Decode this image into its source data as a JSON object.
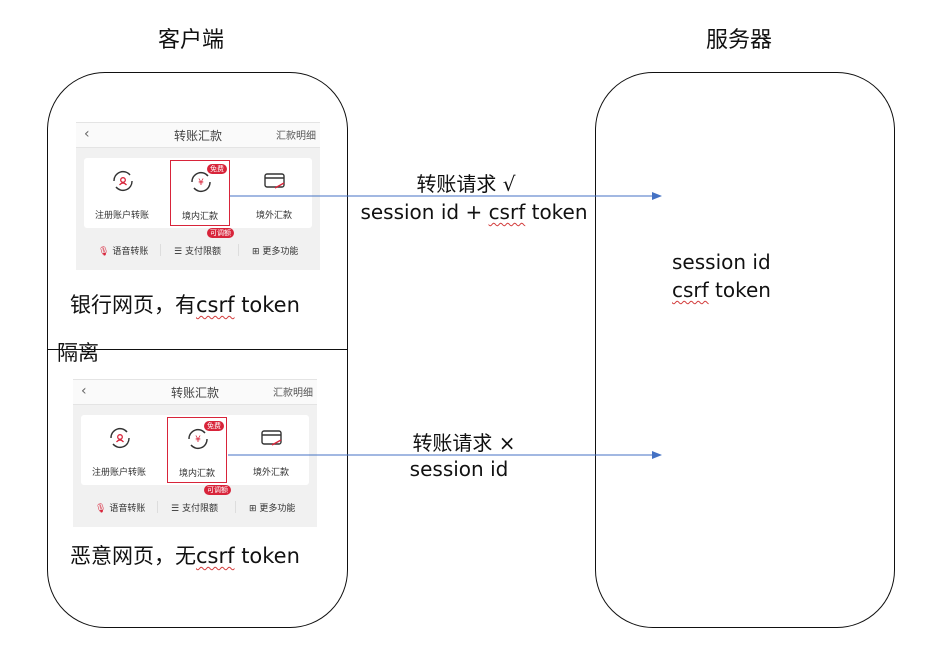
{
  "titles": {
    "client": "客户端",
    "server": "服务器"
  },
  "isolation_label": "隔离",
  "bank_app": {
    "nav_title": "转账汇款",
    "nav_right": "汇款明细",
    "back_icon": "chevron-left-icon",
    "options": [
      "注册账户转账",
      "境内汇款",
      "境外汇款"
    ],
    "badge_free": "免费",
    "badge_adjustable": "可调额",
    "footer": [
      "语音转账",
      "支付限额",
      "更多功能"
    ],
    "accent_color": "#d8243a"
  },
  "upper_page": {
    "caption_prefix": "银行网页，有",
    "caption_word": "csrf",
    "caption_suffix": " token"
  },
  "lower_page": {
    "caption_prefix": "恶意网页，无",
    "caption_word": "csrf",
    "caption_suffix": " token"
  },
  "request_ok": {
    "line1": "转账请求 √",
    "line2_prefix": "session id + ",
    "line2_word": "csrf",
    "line2_suffix": " token"
  },
  "request_bad": {
    "line1": "转账请求 ×",
    "line2": "session id"
  },
  "server_store": {
    "line1": "session id",
    "line2_word": "csrf",
    "line2_suffix": " token"
  },
  "arrow_color": "#4472c4"
}
